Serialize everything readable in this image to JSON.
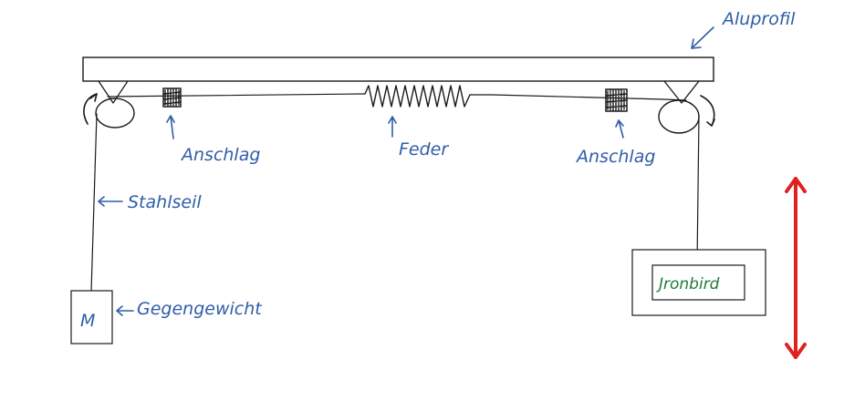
{
  "labels": {
    "aluprofil": "Aluprofil",
    "anschlag_left": "Anschlag",
    "anschlag_right": "Anschlag",
    "feder": "Feder",
    "stahlseil": "Stahlseil",
    "gegengewicht": "Gegengewicht",
    "weight_letter": "M",
    "ironbird": "Jronbird"
  },
  "colors": {
    "ink": "#1a1a1a",
    "annotation": "#2f5da8",
    "ironbird_text": "#1f7a35",
    "motion_arrow": "#e02020"
  },
  "icons": {
    "motion": "double-headed-vertical-arrow",
    "rotation": "curved-rotation-arrow"
  }
}
